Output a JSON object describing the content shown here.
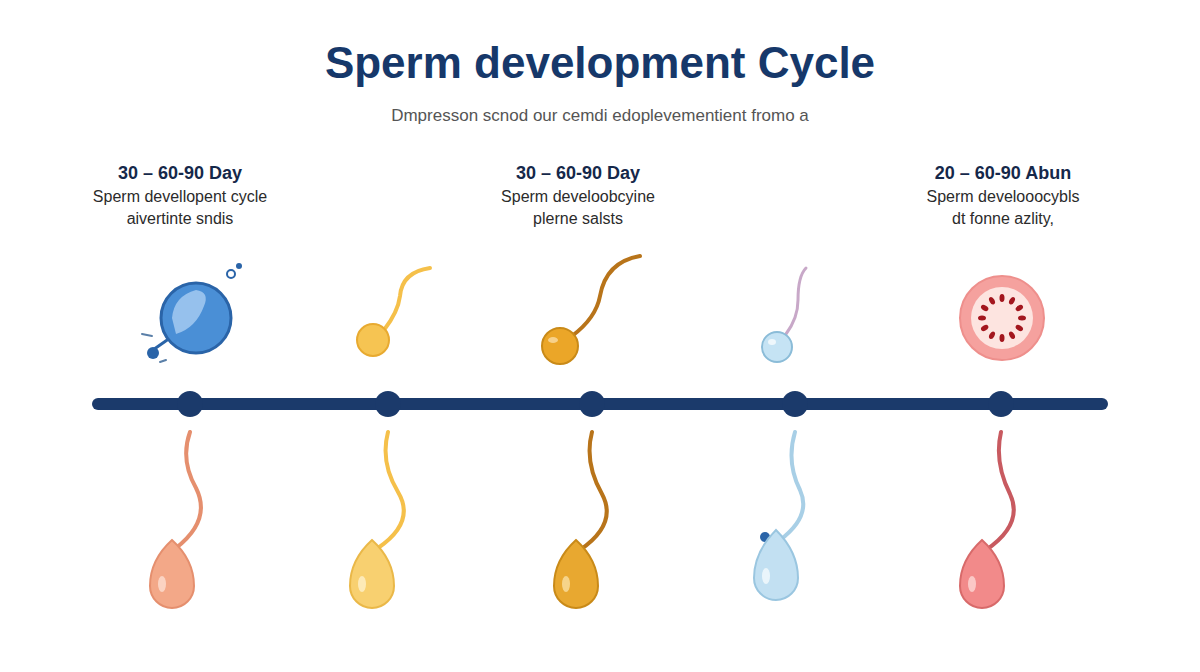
{
  "diagram": {
    "title": "Sperm development Cycle",
    "caption": "Dmpresson scnod our cemdi edoplevementient fromo a",
    "labels": [
      "30 – 60-90 Day",
      "Sperm devellopent cycle",
      "aivertinte sndis",
      "30 – 60-90 Day",
      "Sperm develoobcyine",
      "plerne salsts",
      "20 – 60-90 Abun",
      "Sperm develooocybls",
      "dt fonne azlity,"
    ]
  }
}
